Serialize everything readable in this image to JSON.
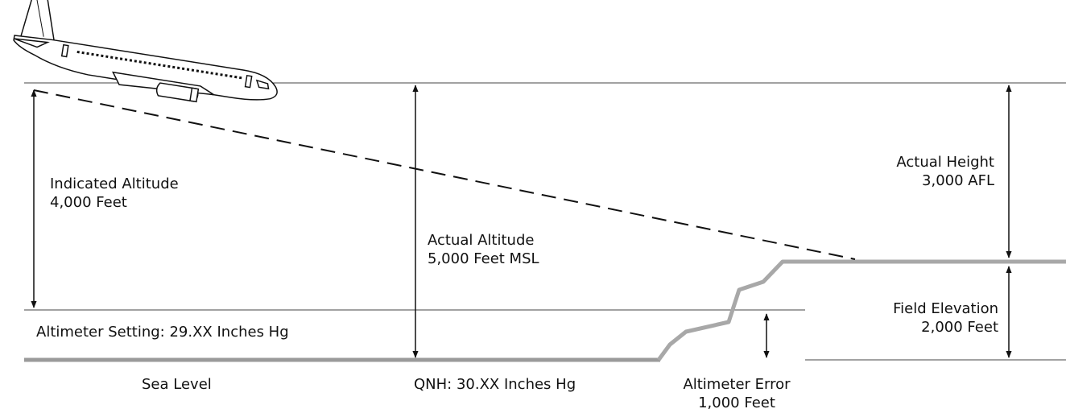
{
  "labels": {
    "indicated_altitude": {
      "line1": "Indicated Altitude",
      "line2": "4,000 Feet"
    },
    "actual_altitude": {
      "line1": "Actual Altitude",
      "line2": "5,000 Feet MSL"
    },
    "actual_height": {
      "line1": "Actual Height",
      "line2": "3,000 AFL"
    },
    "field_elevation": {
      "line1": "Field Elevation",
      "line2": "2,000 Feet"
    },
    "altimeter_setting": "Altimeter Setting: 29.XX Inches Hg",
    "sea_level": "Sea Level",
    "qnh": "QNH: 30.XX Inches Hg",
    "altimeter_error": {
      "line1": "Altimeter Error",
      "line2": "1,000 Feet"
    }
  },
  "colors": {
    "line": "#111111",
    "thin_line": "#444444",
    "terrain": "#a8a8a8",
    "sea_level_line": "#9a9a9a"
  },
  "icons": [
    "airplane-icon"
  ]
}
